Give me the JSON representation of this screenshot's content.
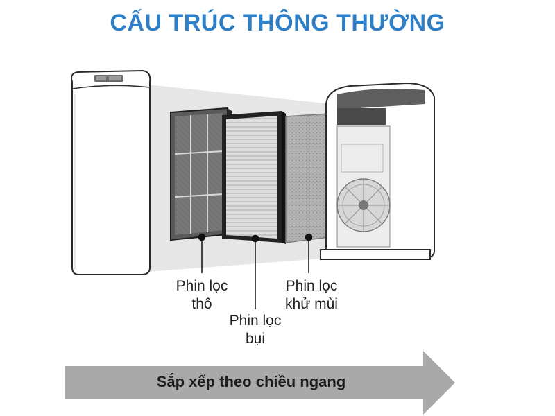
{
  "title": "CẤU TRÚC THÔNG THƯỜNG",
  "labels": {
    "pre_filter": [
      "Phin lọc",
      "thô"
    ],
    "dust_filter": [
      "Phin lọc",
      "bụi"
    ],
    "deodorizing_filter": [
      "Phin lọc",
      "khử mùi"
    ]
  },
  "arrow_text": "Sắp xếp theo chiều ngang",
  "colors": {
    "title": "#2f7fc7",
    "arrow": "#a9a9a9",
    "shadow_band": "#e6e6e6"
  }
}
